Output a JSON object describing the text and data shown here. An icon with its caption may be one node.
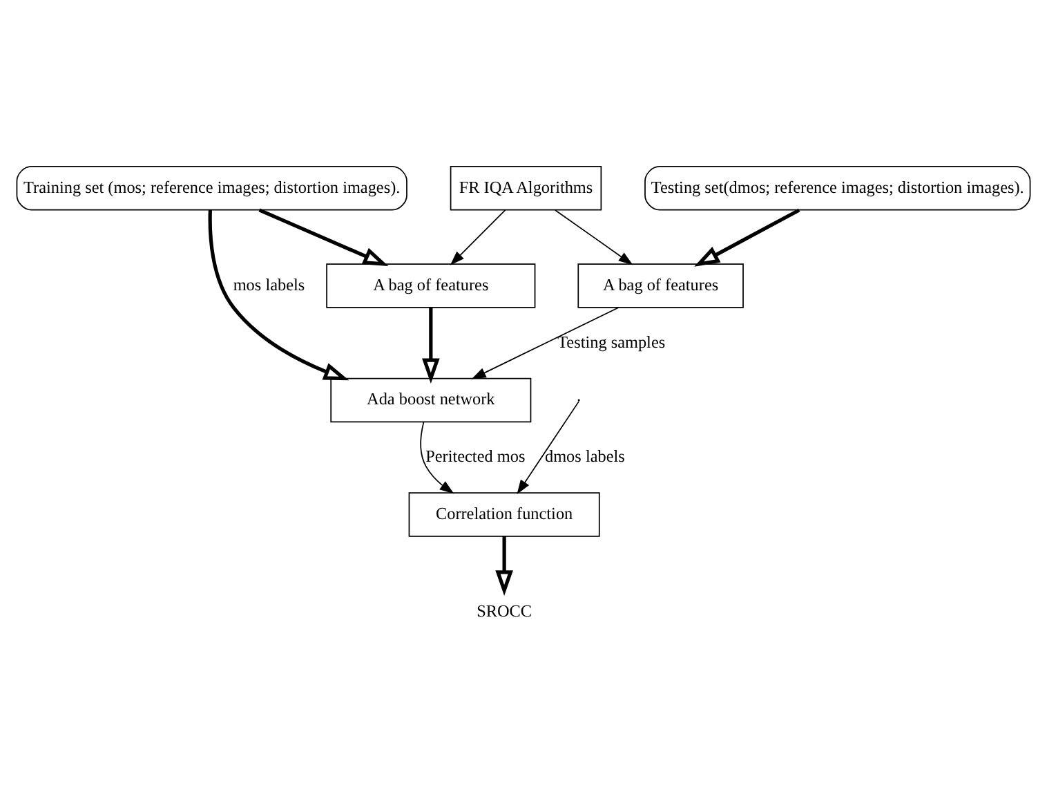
{
  "diagram": {
    "nodes": [
      {
        "text": [
          "Training set (mos; reference images; distortion images)."
        ]
      },
      {
        "text": [
          "Testing set(dmos; reference images; distortion images)."
        ]
      },
      {
        "text": [
          "FR IQA Algorithms"
        ]
      },
      {
        "text": [
          "A bag of features"
        ]
      },
      {
        "text": [
          "A bag of features"
        ]
      },
      {
        "text": [
          "Ada boost network"
        ]
      },
      {
        "text": [
          "Correlation function"
        ]
      },
      {
        "text": [
          "SROCC"
        ]
      }
    ],
    "edges": [
      {
        "from": 0,
        "to": 5,
        "arrow": "to",
        "style": "thick",
        "label": "mos labels"
      },
      {
        "from": 0,
        "to": 3,
        "arrow": "to",
        "style": "thick"
      },
      {
        "from": 2,
        "to": 3,
        "arrow": "to"
      },
      {
        "from": 2,
        "to": 4,
        "arrow": "to"
      },
      {
        "from": 1,
        "to": 4,
        "arrow": "to",
        "style": "thick"
      },
      {
        "from": 3,
        "to": 5,
        "arrow": "to",
        "style": "thick"
      },
      {
        "from": 4,
        "to": 5,
        "arrow": "to",
        "label": "Testing samples"
      },
      {
        "from": 5,
        "to": 6,
        "arrow": "to",
        "label": "Peritected mos"
      },
      {
        "from": null,
        "to": 6,
        "arrow": "to",
        "label": "dmos labels"
      },
      {
        "from": 6,
        "to": 7,
        "arrow": "to",
        "style": "thick"
      }
    ]
  }
}
